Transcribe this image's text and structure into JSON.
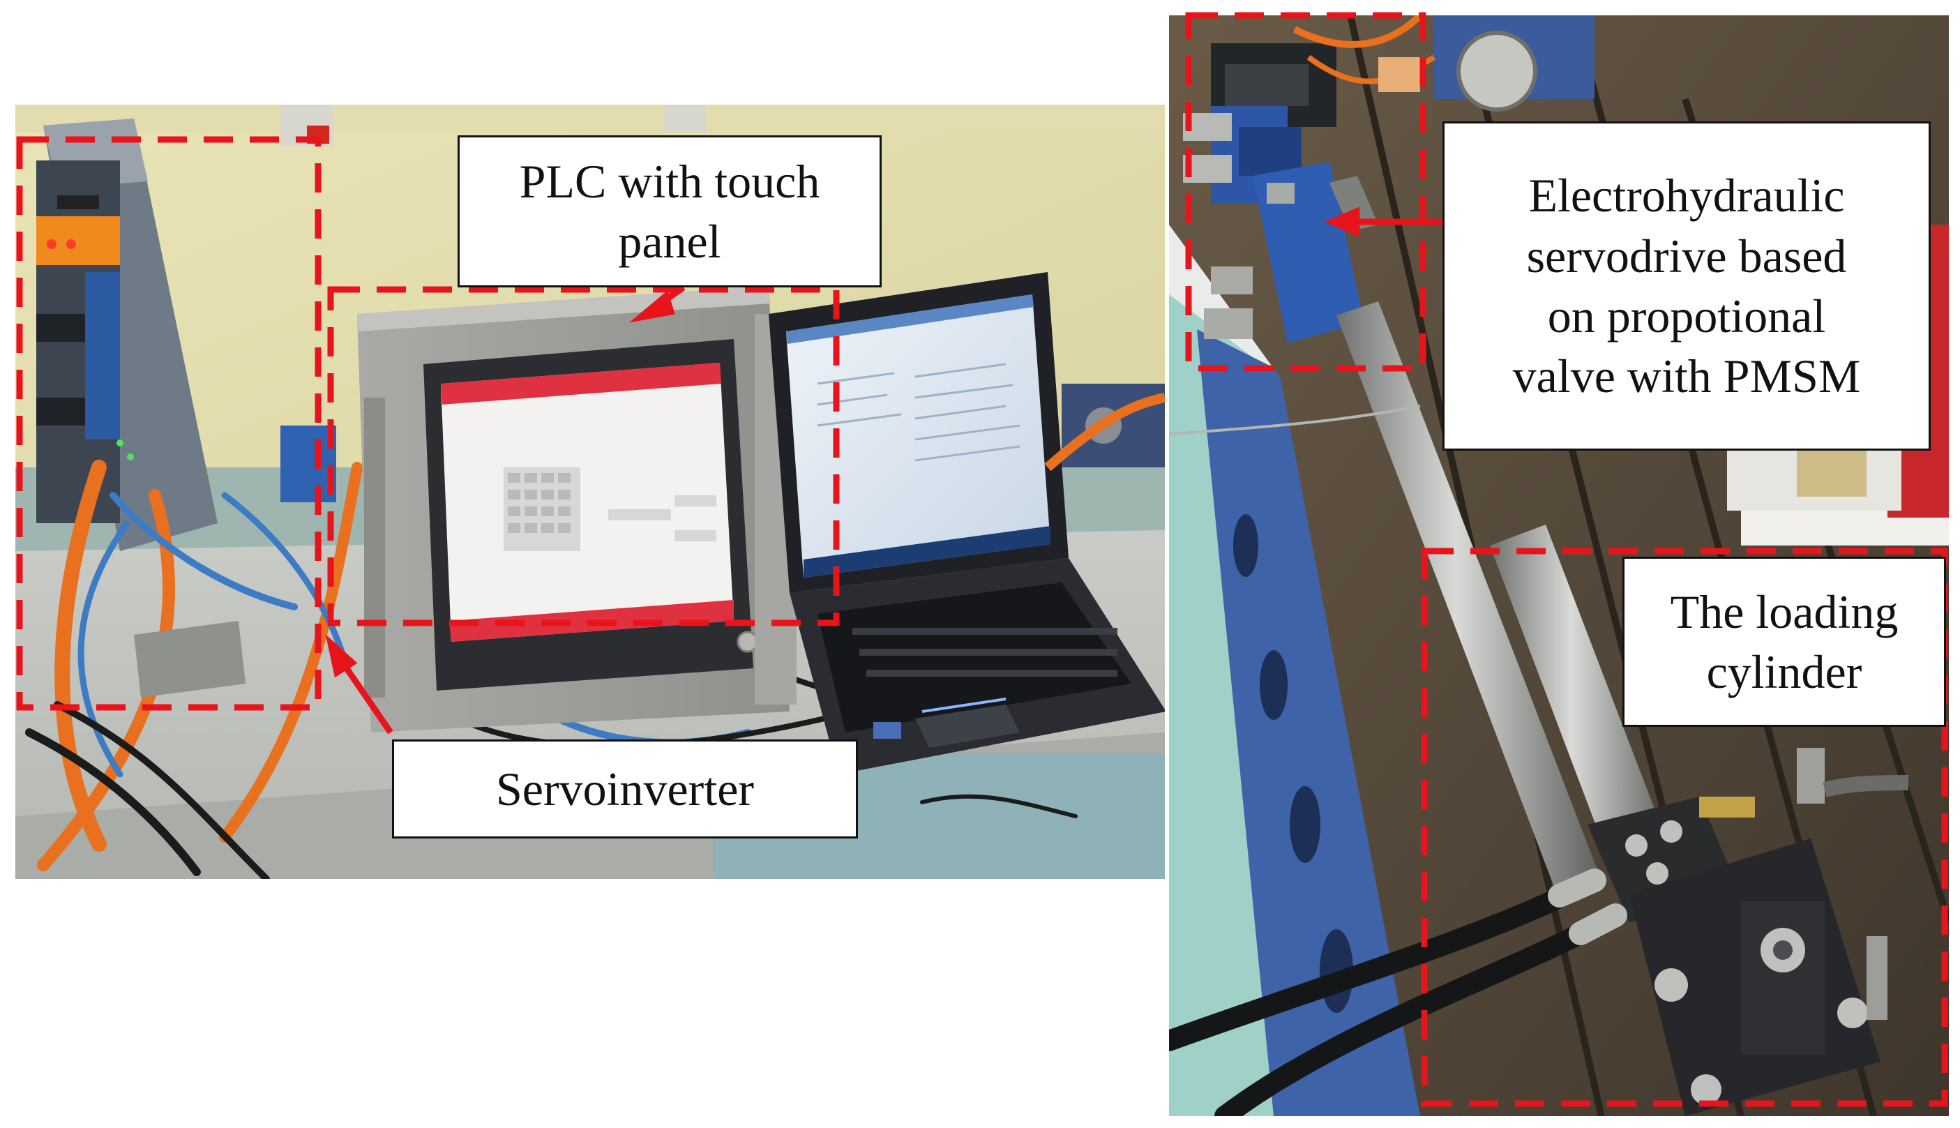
{
  "figure": {
    "labels": {
      "plc": "PLC with touch\npanel",
      "servoinverter": "Servoinverter",
      "electrohydraulic": "Electrohydraulic\nservodrive based\non propotional\nvalve with PMSM",
      "loading_cylinder": "The loading\ncylinder"
    },
    "colors": {
      "highlight_box": "#e8141b",
      "arrow": "#e8141b",
      "label_border": "#111111",
      "label_background": "#ffffff"
    },
    "photos": [
      "laboratory-bench-photo",
      "hydraulic-test-rig-photo"
    ]
  }
}
